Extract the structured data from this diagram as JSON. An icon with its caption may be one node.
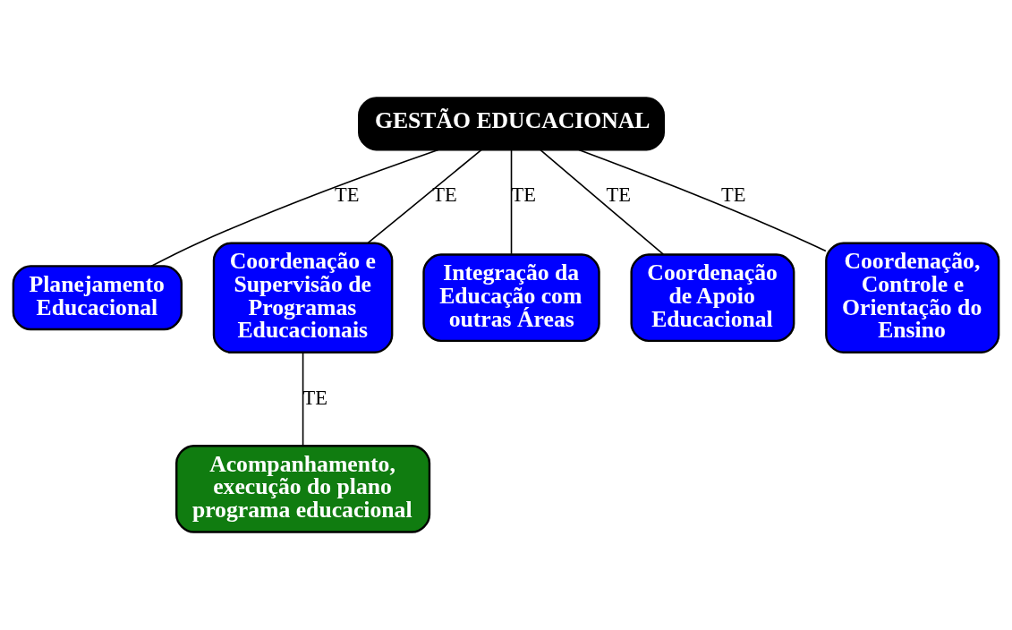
{
  "diagram": {
    "nodes": [
      {
        "text": [
          "GESTÃO EDUCACIONAL"
        ]
      },
      {
        "text": [
          "Planejamento Educacional"
        ]
      },
      {
        "text": [
          "Coordenação e Supervisão de Programas Educacionais"
        ]
      },
      {
        "text": [
          "Integração da Educação com outras Áreas"
        ]
      },
      {
        "text": [
          "Coordenação de Apoio Educacional"
        ]
      },
      {
        "text": [
          "Coordenação, Controle e Orientação do Ensino"
        ]
      },
      {
        "text": [
          "Acompanhamento, execução do plano programa educacional"
        ]
      }
    ],
    "edges": [
      {
        "from": 0,
        "to": 1,
        "arrow": "none",
        "label": "TE"
      },
      {
        "from": 0,
        "to": 2,
        "arrow": "none",
        "label": "TE"
      },
      {
        "from": 0,
        "to": 3,
        "arrow": "none",
        "label": "TE"
      },
      {
        "from": 0,
        "to": 4,
        "arrow": "none",
        "label": "TE"
      },
      {
        "from": 0,
        "to": 5,
        "arrow": "none",
        "label": "TE"
      },
      {
        "from": 2,
        "to": 6,
        "arrow": "none",
        "label": "TE"
      }
    ]
  }
}
